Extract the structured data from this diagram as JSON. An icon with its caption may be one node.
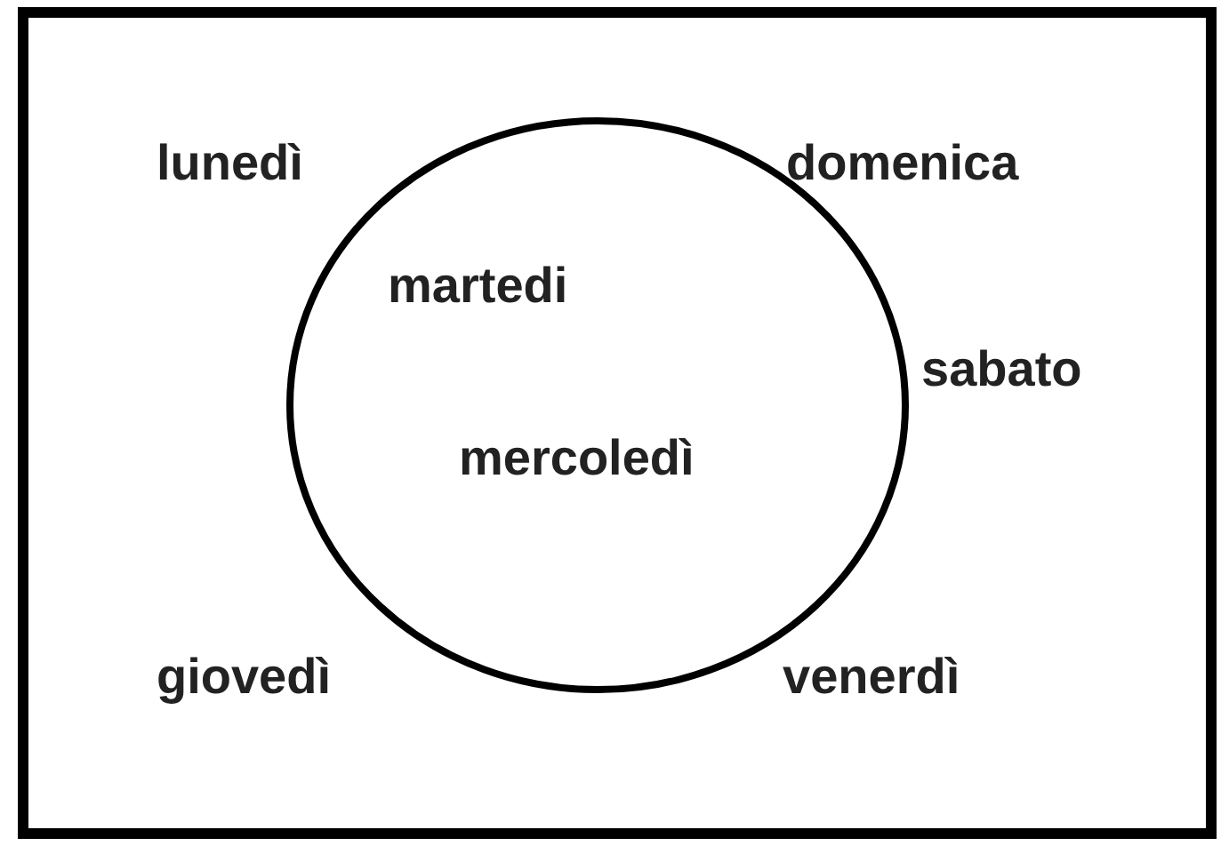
{
  "diagram": {
    "nodes": [
      {
        "text": [
          "lunedì",
          "domenica",
          "sabato",
          "giovedì",
          "venerdì"
        ]
      },
      {
        "text": [
          "martedi",
          "mercoledì"
        ],
        "in": 0
      }
    ]
  }
}
